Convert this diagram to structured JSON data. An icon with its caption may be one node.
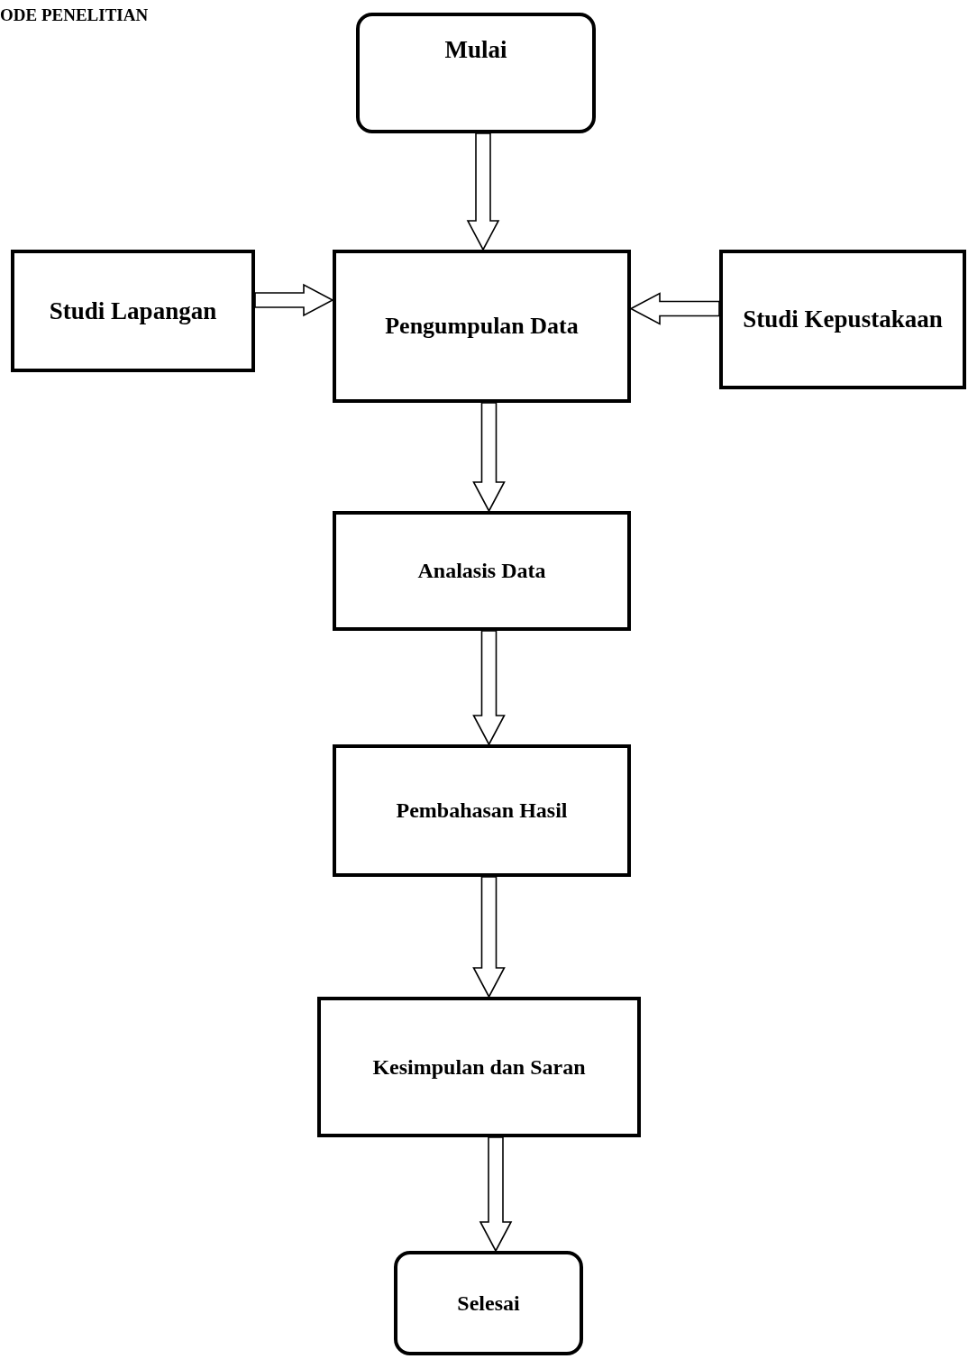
{
  "diagram": {
    "title": "ODE PENELITIAN",
    "nodes": [
      {
        "text": [
          "Mulai"
        ]
      },
      {
        "text": [
          "Studi Lapangan"
        ]
      },
      {
        "text": [
          "Pengumpulan Data"
        ]
      },
      {
        "text": [
          "Studi Kepustakaan"
        ]
      },
      {
        "text": [
          "Analasis Data"
        ]
      },
      {
        "text": [
          "Pembahasan Hasil"
        ]
      },
      {
        "text": [
          "Kesimpulan dan Saran"
        ]
      },
      {
        "text": [
          "Selesai"
        ]
      }
    ],
    "edges": [
      {
        "from": 0,
        "to": 2,
        "arrow": "to"
      },
      {
        "from": 1,
        "to": 2,
        "arrow": "to"
      },
      {
        "from": 3,
        "to": 2,
        "arrow": "to"
      },
      {
        "from": 2,
        "to": 4,
        "arrow": "to"
      },
      {
        "from": 4,
        "to": 5,
        "arrow": "to"
      },
      {
        "from": 5,
        "to": 6,
        "arrow": "to"
      },
      {
        "from": 6,
        "to": 7,
        "arrow": "to"
      }
    ]
  }
}
